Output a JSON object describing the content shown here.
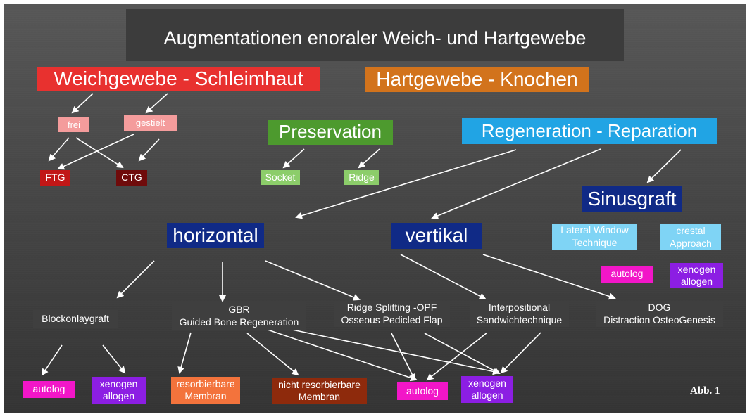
{
  "colors": {
    "weich_red": "#e8312f",
    "hart_orange": "#d2731c",
    "pink_light": "#f49c9c",
    "ftg_red": "#c11717",
    "ctg_darkred": "#6f0b0b",
    "green": "#4d9a2e",
    "green_light": "#8ccd6a",
    "cyan": "#21a4e4",
    "navy": "#102a86",
    "sky": "#7fd4f5",
    "magenta": "#f216c8",
    "violet": "#8c1ee3",
    "dark_box": "#3f3f3f",
    "salmon": "#f3733c",
    "brown_red": "#8e2a0c",
    "arrow": "#ffffff"
  },
  "title": "Augmentationen enoraler Weich- und Hartgewebe",
  "weichgewebe": {
    "label": "Weichgewebe - Schleimhaut",
    "frei": "frei",
    "gestielt": "gestielt",
    "ftg": "FTG",
    "ctg": "CTG"
  },
  "hartgewebe": {
    "label": "Hartgewebe - Knochen"
  },
  "preservation": {
    "label": "Preservation",
    "socket": "Socket",
    "ridge": "Ridge"
  },
  "regeneration": {
    "label": "Regeneration - Reparation",
    "horizontal": "horizontal",
    "vertikal": "vertikal",
    "sinusgraft": "Sinusgraft",
    "lateral_window": [
      "Lateral  Window",
      "Technique"
    ],
    "crestal": [
      "crestal",
      "Approach"
    ],
    "sinus_autolog": "autolog",
    "sinus_xenogen": [
      "xenogen",
      "allogen"
    ]
  },
  "techniques": {
    "blockonlay": "Blockonlaygraft",
    "gbr": [
      "GBR",
      "Guided Bone Regeneration"
    ],
    "ridge_split": [
      "Ridge Splitting -OPF",
      "Osseous Pedicled Flap"
    ],
    "interpositional": [
      "Interpositional",
      "Sandwichtechnique"
    ],
    "dog": [
      "DOG",
      "Distraction OsteoGenesis"
    ]
  },
  "materials": {
    "block_autolog": "autolog",
    "block_xenogen": [
      "xenogen",
      "allogen"
    ],
    "resorbierbare": [
      "resorbierbare",
      "Membran"
    ],
    "nicht_resorbierbare": [
      "nicht resorbierbare",
      "Membran"
    ],
    "autolog": "autolog",
    "xenogen": [
      "xenogen",
      "allogen"
    ]
  },
  "figure_label": "Abb. 1"
}
